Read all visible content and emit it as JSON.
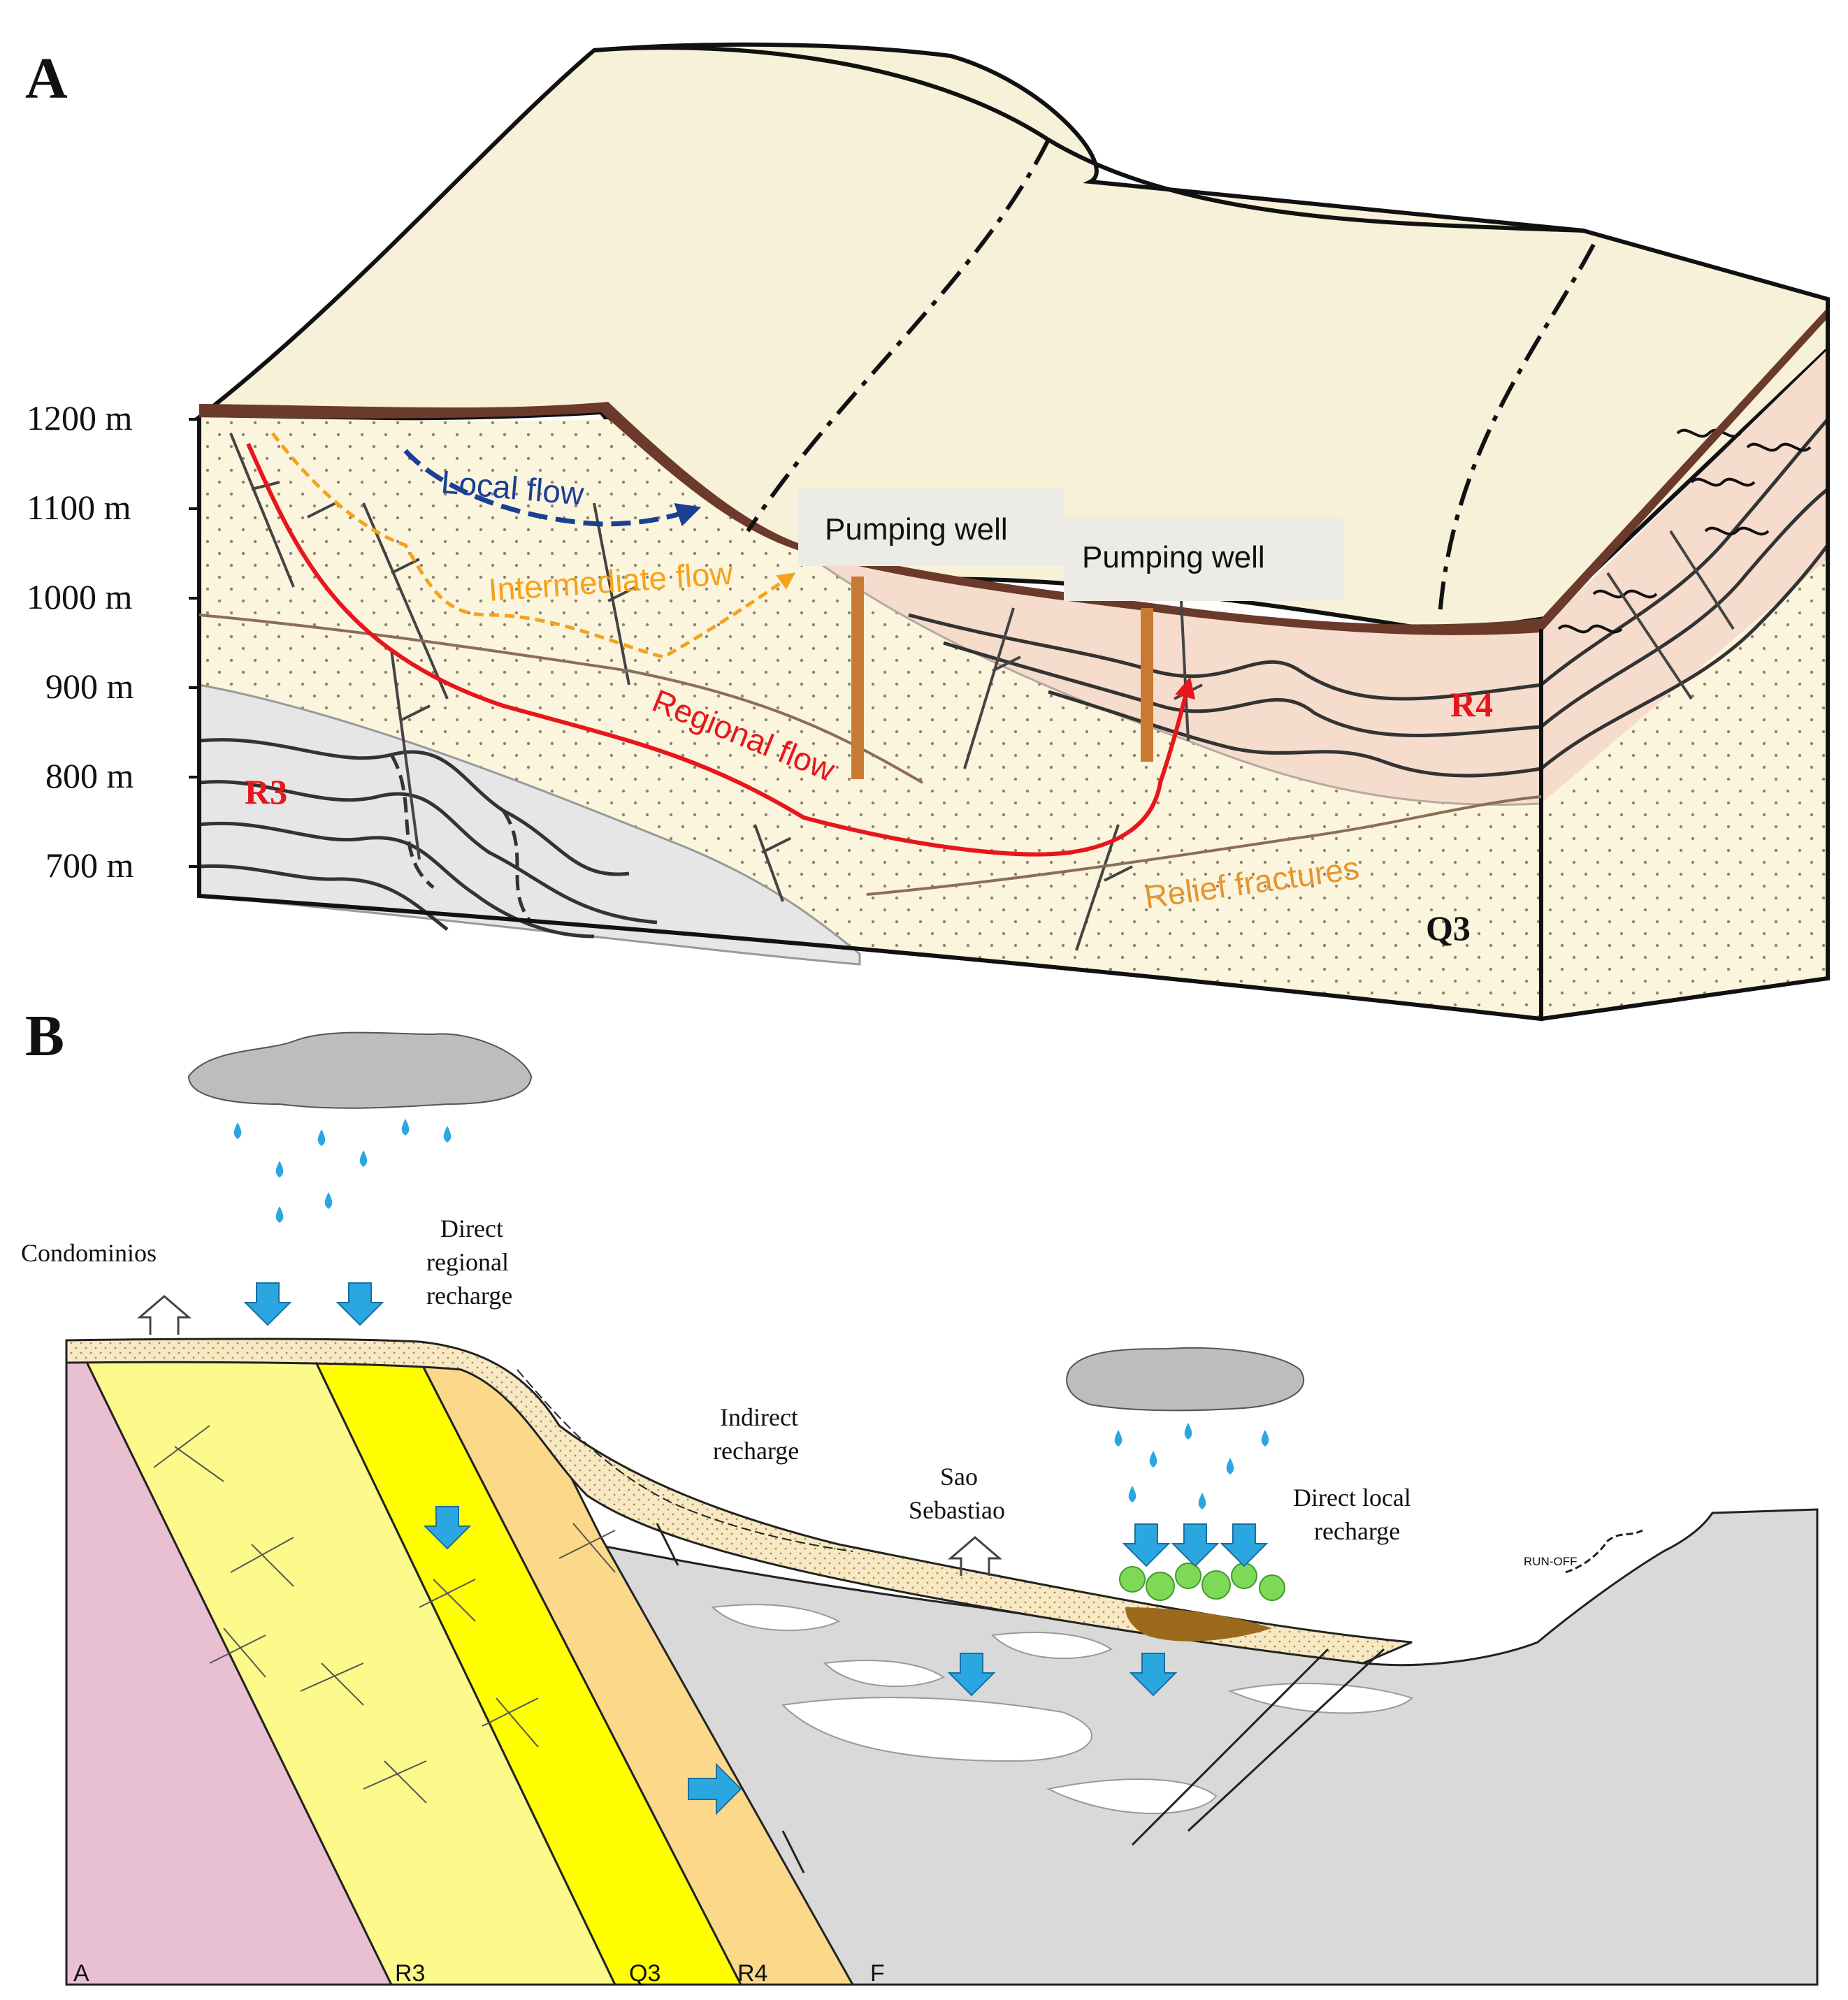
{
  "panel_a": {
    "letter": "A",
    "elevations": [
      "1200 m",
      "1100 m",
      "1000 m",
      "900 m",
      "800 m",
      "700 m"
    ],
    "flows": {
      "local": "Local flow",
      "intermediate": "Intermediate flow",
      "regional": "Regional flow",
      "relief": "Relief fractures"
    },
    "wells": [
      "Pumping well",
      "Pumping well"
    ],
    "units": {
      "r3": "R3",
      "r4": "R4",
      "q3": "Q3"
    }
  },
  "panel_b": {
    "letter": "B",
    "labels": {
      "condominios": "Condominios",
      "direct_regional": [
        "Direct",
        "regional",
        "recharge"
      ],
      "indirect": [
        "Indirect",
        "recharge"
      ],
      "sao_sebastiao": [
        "Sao",
        "Sebastiao"
      ],
      "direct_local": [
        "Direct local",
        "recharge"
      ],
      "runoff": "RUN-OFF"
    },
    "units": [
      "A",
      "R3",
      "Q3",
      "R4",
      "F"
    ]
  },
  "colors": {
    "surface": "#f7f1d9",
    "sandstone": "#fbf5dd",
    "r3_gray": "#e6e6e6",
    "r4_pink": "#f6dccd",
    "soil_brown": "#6b3a2a",
    "regional_red": "#e8161c",
    "intermediate_orange": "#f5a21c",
    "local_blue": "#1b3f94",
    "well_orange": "#c97a32",
    "unit_a_pink": "#e9bfd2",
    "unit_r3_yellow": "#fdfa8c",
    "unit_q3_yellow": "#ffff00",
    "unit_r4_orange": "#fcd98a",
    "unit_f_gray": "#d9d9d9",
    "arrow_blue": "#2aa7e0"
  }
}
